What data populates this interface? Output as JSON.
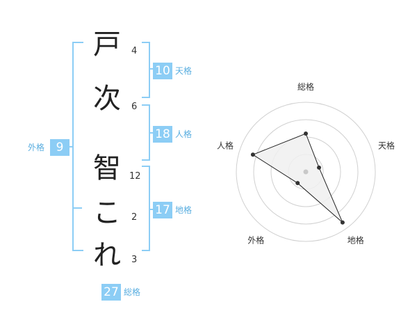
{
  "name": {
    "characters": [
      {
        "char": "戸",
        "strokes": "4"
      },
      {
        "char": "次",
        "strokes": "6"
      },
      {
        "char": "智",
        "strokes": "12"
      },
      {
        "char": "こ",
        "strokes": "2"
      },
      {
        "char": "れ",
        "strokes": "3"
      }
    ]
  },
  "scores": {
    "tenkaku": {
      "label": "天格",
      "value": "10"
    },
    "jinkaku": {
      "label": "人格",
      "value": "18"
    },
    "chikaku": {
      "label": "地格",
      "value": "17"
    },
    "gaikaku": {
      "label": "外格",
      "value": "9"
    },
    "soukaku": {
      "label": "総格",
      "value": "27"
    }
  },
  "colors": {
    "accent": "#8ccdf5",
    "label_text": "#5aaee0",
    "radar_fill": "#f0f0f0",
    "radar_line": "#222222",
    "ring": "#d0d0d0"
  },
  "chart_data": {
    "type": "radar",
    "axes": [
      "総格",
      "天格",
      "地格",
      "外格",
      "人格"
    ],
    "values": [
      0.55,
      0.2,
      0.9,
      0.2,
      0.8
    ],
    "range": [
      0,
      1
    ],
    "rings": 4,
    "center_marker": true
  }
}
